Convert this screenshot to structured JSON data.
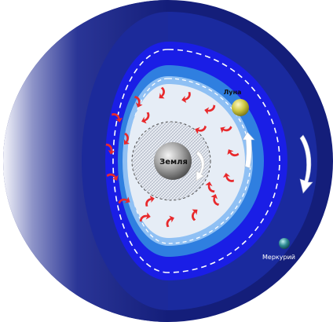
{
  "labels": {
    "earth": "Земля",
    "moon": "Луна",
    "mercury": "Меркурий"
  },
  "colors": {
    "outer_shell_dark": "#141e7a",
    "outer_shell_light": "#e8eaf4",
    "outer_shell_face": "#1c2a9a",
    "blue_band": "#1a1ee6",
    "mid_band": "#2f7fe0",
    "light_band": "#8fc0f4",
    "core_zone": "#e6edf6",
    "swirl_arrows": "#e8292c",
    "moon_body": "#c9c43a",
    "mercury_body": "#2a7f86",
    "earth_body": "#8a8a8a",
    "rotation_arrows": "#ffffff"
  }
}
